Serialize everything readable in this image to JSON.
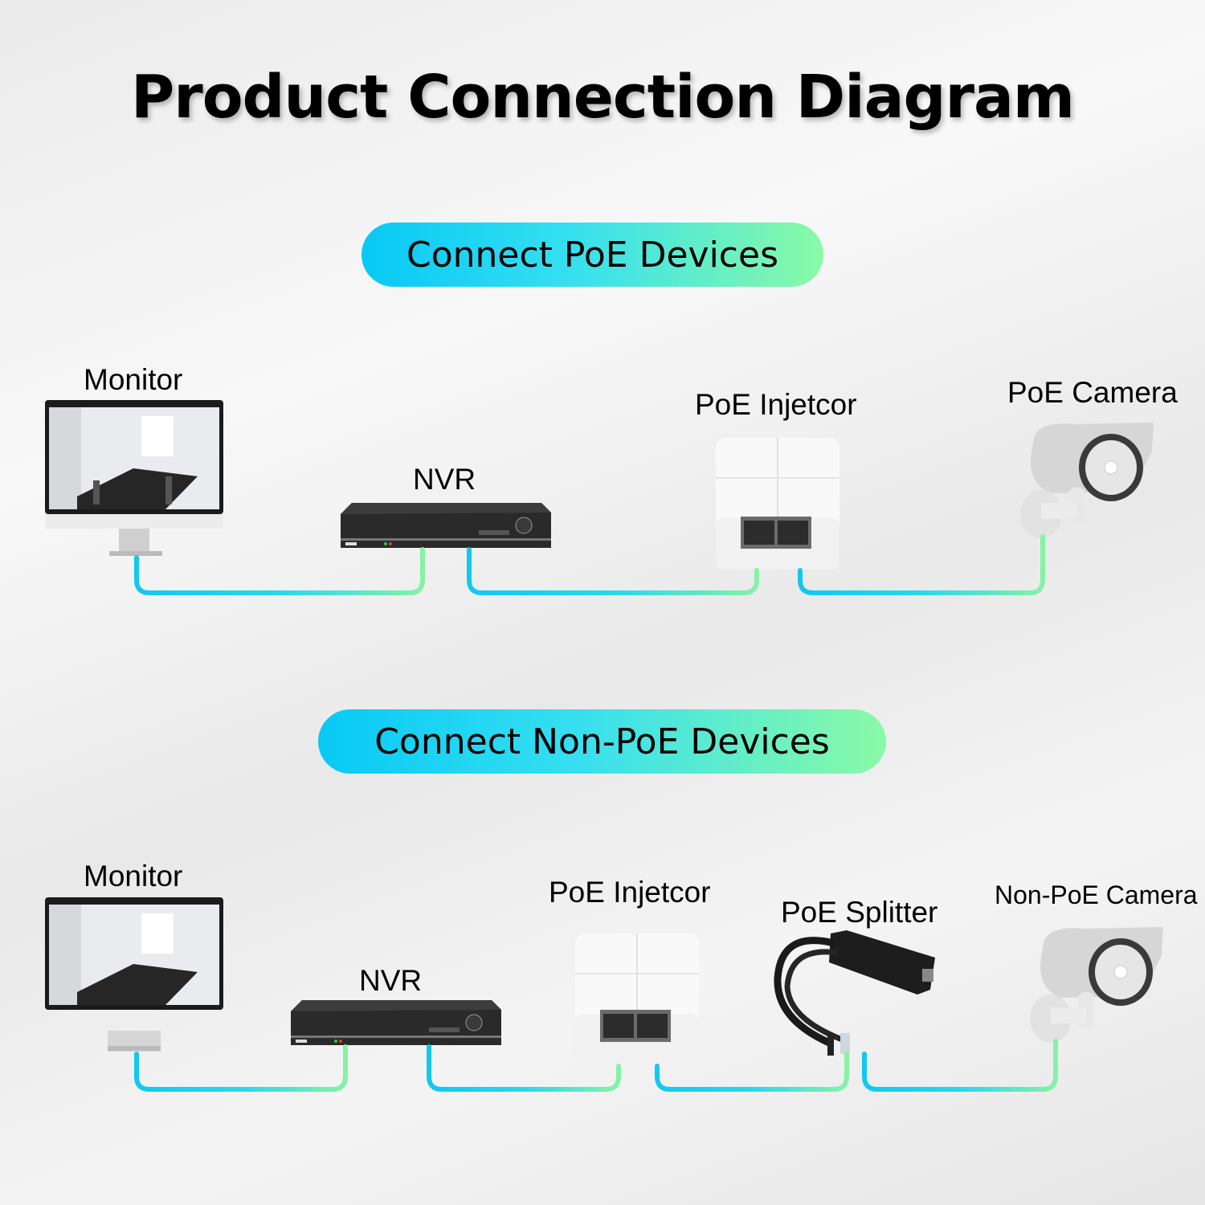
{
  "title": "Product Connection Diagram",
  "sections": [
    {
      "heading": "Connect PoE Devices",
      "devices": {
        "monitor": "Monitor",
        "nvr": "NVR",
        "injector": "PoE Injetcor",
        "camera": "PoE Camera"
      }
    },
    {
      "heading": "Connect Non-PoE Devices",
      "devices": {
        "monitor": "Monitor",
        "nvr": "NVR",
        "injector": "PoE Injetcor",
        "splitter": "PoE Splitter",
        "camera": "Non-PoE Camera"
      }
    }
  ],
  "colors": {
    "wire_blue": "#12c8f0",
    "wire_green": "#86f2a6"
  }
}
